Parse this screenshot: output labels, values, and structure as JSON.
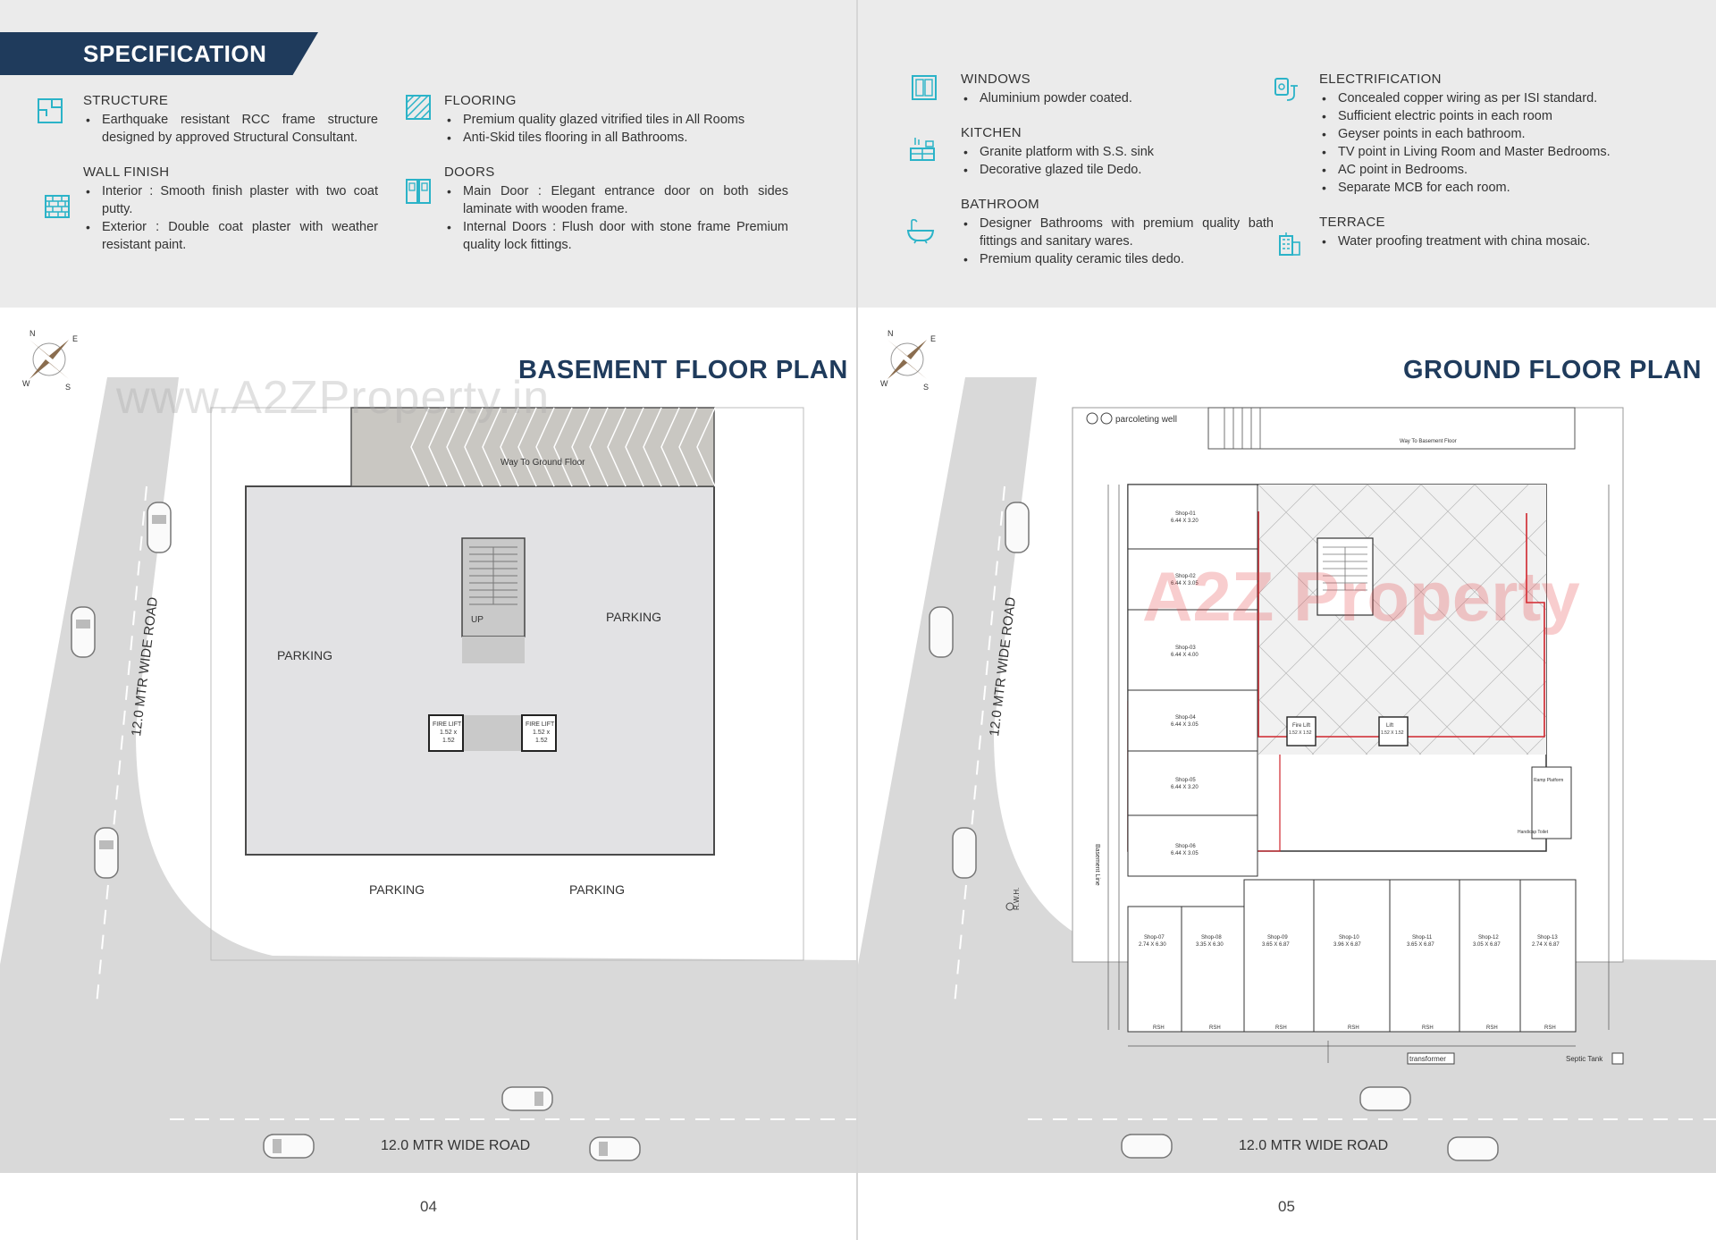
{
  "spec": {
    "banner": "SPECIFICATION",
    "left_items": [
      {
        "title": "STRUCTURE",
        "icon": "floorplan-icon",
        "bullets": [
          "Earthquake resistant RCC frame structure designed by approved Structural Consultant."
        ]
      },
      {
        "title": "FLOORING",
        "icon": "tile-icon",
        "bullets": [
          "Premium quality glazed vitrified tiles in All Rooms",
          "Anti-Skid tiles flooring in all Bathrooms."
        ]
      },
      {
        "title": "WALL FINISH",
        "icon": "brick-wall-icon",
        "bullets": [
          "Interior : Smooth finish plaster with two coat putty.",
          "Exterior : Double coat plaster with weather resistant paint."
        ]
      },
      {
        "title": "DOORS",
        "icon": "door-icon",
        "bullets": [
          "Main Door : Elegant entrance door on both sides laminate with wooden frame.",
          "Internal Doors : Flush door with stone frame Premium quality lock fittings."
        ]
      }
    ],
    "right_items": [
      {
        "title": "WINDOWS",
        "icon": "window-icon",
        "bullets": [
          "Aluminium powder coated."
        ]
      },
      {
        "title": "ELECTRIFICATION",
        "icon": "plug-icon",
        "bullets": [
          "Concealed copper wiring as per ISI standard.",
          "Sufficient electric points in each room",
          "Geyser points in each bathroom.",
          "TV point in Living Room and Master Bedrooms.",
          "AC point in Bedrooms.",
          "Separate MCB for each room."
        ]
      },
      {
        "title": "KITCHEN",
        "icon": "kitchen-icon",
        "bullets": [
          "Granite platform with S.S. sink",
          "Decorative glazed tile Dedo."
        ]
      },
      {
        "title": "BATHROOM",
        "icon": "bathtub-icon",
        "bullets": [
          "Designer Bathrooms with premium quality bath fittings and sanitary wares.",
          "Premium quality ceramic tiles dedo."
        ]
      },
      {
        "title": "TERRACE",
        "icon": "building-icon",
        "bullets": [
          "Water proofing treatment with china mosaic."
        ]
      }
    ]
  },
  "basement": {
    "title": "BASEMENT FLOOR PLAN",
    "watermark": "www.A2ZProperty.in",
    "ramp_label": "Way To Ground Floor",
    "stair_label": "UP",
    "parking_labels": [
      "PARKING",
      "PARKING",
      "PARKING",
      "PARKING"
    ],
    "lift_labels": [
      [
        "FIRE LIFT",
        "1.52 x",
        "1.52"
      ],
      [
        "FIRE LIFT",
        "1.52 x",
        "1.52"
      ]
    ],
    "road_side": "12.0 MTR WIDE ROAD",
    "road_bottom": "12.0 MTR WIDE ROAD",
    "compass": {
      "n": "N",
      "e": "E",
      "s": "S",
      "w": "W"
    },
    "page_number": "04"
  },
  "ground": {
    "title": "GROUND FLOOR PLAN",
    "watermark": "A2Z Property",
    "top_label": "parcoleting well",
    "ramp_label": "Way To Basement Floor",
    "shops_left": [
      {
        "name": "Shop-01",
        "size": "6.44 X 3.20"
      },
      {
        "name": "Shop-02",
        "size": "6.44 X 3.05"
      },
      {
        "name": "Shop-03",
        "size": "6.44 X 4.00"
      },
      {
        "name": "Shop-04",
        "size": "6.44 X 3.05"
      },
      {
        "name": "Shop-05",
        "size": "6.44 X 3.20"
      },
      {
        "name": "Shop-06",
        "size": "6.44 X 3.05"
      }
    ],
    "shops_bottom": [
      {
        "name": "Shop-07",
        "size": "2.74 X 6.30"
      },
      {
        "name": "Shop-08",
        "size": "3.35 X 6.30"
      },
      {
        "name": "Shop-09",
        "size": "3.65 X 6.87"
      },
      {
        "name": "Shop-10",
        "size": "3.96 X 6.87"
      },
      {
        "name": "Shop-11",
        "size": "3.65 X 6.87"
      },
      {
        "name": "Shop-12",
        "size": "3.05 X 6.87"
      },
      {
        "name": "Shop-13",
        "size": "2.74 X 6.87"
      }
    ],
    "lift_labels": [
      "Fire Lift",
      "Lift"
    ],
    "lift_sizes": [
      "1.52 X 1.52",
      "1.52 X 1.52"
    ],
    "ramp_platform": "Ramp Platform",
    "handicap": "Handicap Toilet",
    "basement_line": "Basement Line",
    "rwh": "R.W.H.",
    "transformer": "transformer",
    "septic": "Septic Tank",
    "rsh": "RSH",
    "road_side": "12.0 MTR WIDE ROAD",
    "road_bottom": "12.0 MTR WIDE ROAD",
    "compass": {
      "n": "N",
      "e": "E",
      "s": "S",
      "w": "W"
    },
    "page_number": "05"
  },
  "colors": {
    "navy": "#1f3b5c",
    "teal": "#2bb3c8",
    "road": "#d9d9d9",
    "floor": "#e2e2e4",
    "redline": "#d0262d"
  }
}
